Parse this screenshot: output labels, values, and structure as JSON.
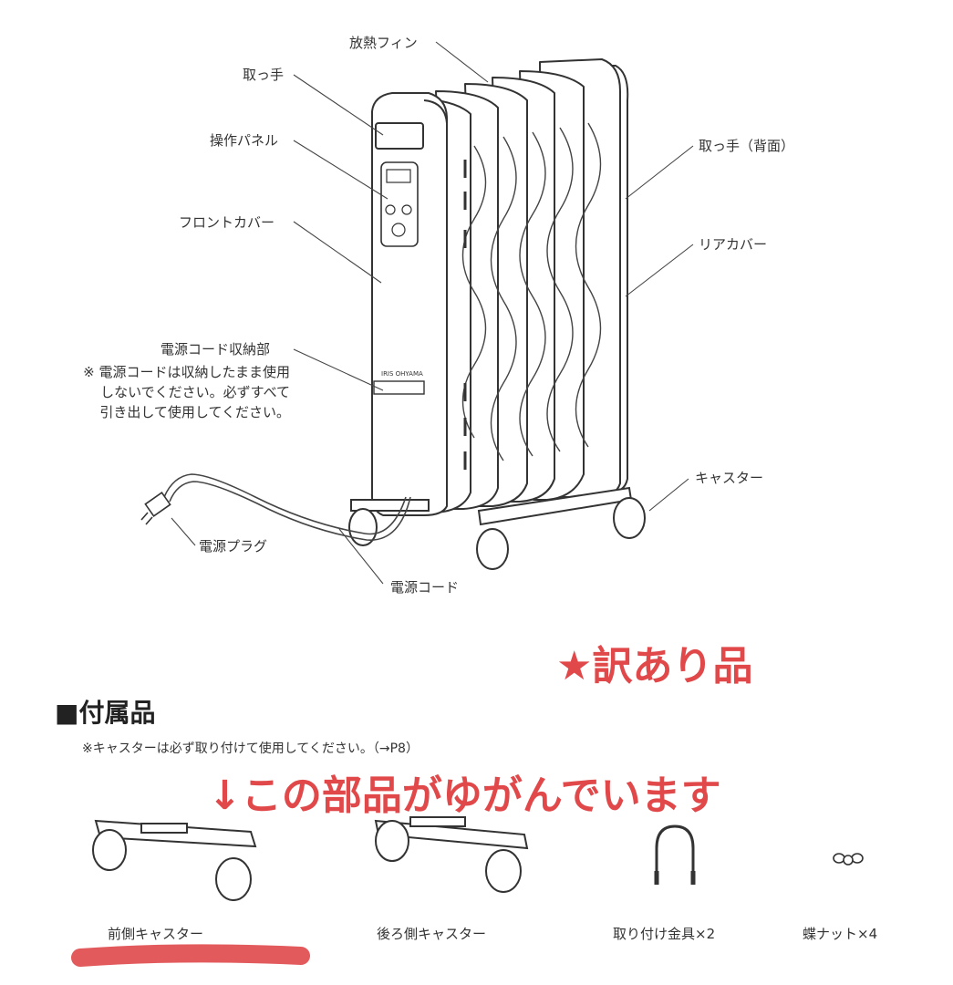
{
  "diagram": {
    "labels": {
      "fins": "放熱フィン",
      "handle": "取っ手",
      "handle_rear": "取っ手（背面）",
      "control_panel": "操作パネル",
      "front_cover": "フロントカバー",
      "rear_cover": "リアカバー",
      "cord_storage": "電源コード収納部",
      "caster": "キャスター",
      "plug": "電源プラグ",
      "cord": "電源コード",
      "brand": "IRIS OHYAMA"
    },
    "cord_note": {
      "line1": "※ 電源コードは収納したまま使用",
      "line2": "しないでください。必ずすべて",
      "line3": "引き出して使用してください。"
    }
  },
  "seller_note": {
    "defect_badge": "★訳あり品",
    "defect_pointer": "↓この部品がゆがんでいます",
    "accent_color": "#e0484a"
  },
  "accessories": {
    "title": "■付属品",
    "note": "※キャスターは必ず取り付けて使用してください。（→P8）",
    "items": [
      {
        "label": "前側キャスター"
      },
      {
        "label": "後ろ側キャスター"
      },
      {
        "label": "取り付け金具×2"
      },
      {
        "label": "蝶ナット×4"
      }
    ]
  }
}
